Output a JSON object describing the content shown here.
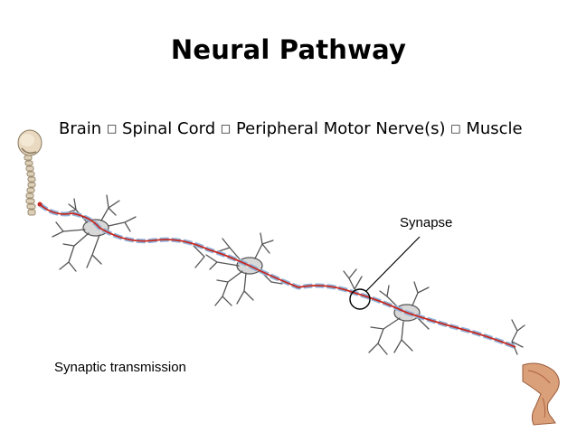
{
  "slide": {
    "title": "Neural Pathway",
    "pathway": {
      "steps": [
        "Brain",
        "Spinal Cord",
        "Peripheral Motor Nerve(s)",
        "Muscle"
      ],
      "separator_glyph": "□"
    },
    "labels": {
      "synapse": "Synapse",
      "synaptic_transmission": "Synaptic transmission"
    },
    "colors": {
      "axon": "#c8261e",
      "myelin": "#8fb3d9",
      "dendrite": "#555555",
      "skin": "#d9a07a"
    },
    "icons": [
      "skeleton-icon",
      "leg-muscle-icon",
      "neuron-icon"
    ]
  }
}
